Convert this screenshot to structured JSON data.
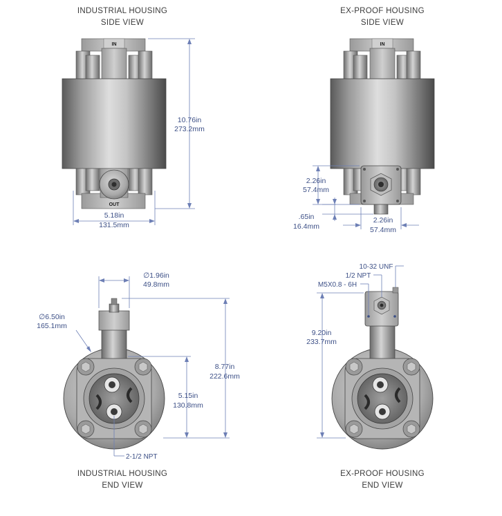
{
  "views": {
    "top_left": {
      "line1": "INDUSTRIAL HOUSING",
      "line2": "SIDE VIEW"
    },
    "top_right": {
      "line1": "EX-PROOF HOUSING",
      "line2": "SIDE VIEW"
    },
    "bottom_left": {
      "line1": "INDUSTRIAL HOUSING",
      "line2": "END VIEW"
    },
    "bottom_right": {
      "line1": "EX-PROOF HOUSING",
      "line2": "END VIEW"
    }
  },
  "markings": {
    "in_label": "IN",
    "out_label": "OUT"
  },
  "dimensions": {
    "ind_side_height": {
      "in": "10.76in",
      "mm": "273.2mm"
    },
    "ind_side_width": {
      "in": "5.18in",
      "mm": "131.5mm"
    },
    "ex_side_box_height": {
      "in": "2.26in",
      "mm": "57.4mm"
    },
    "ex_side_offset": {
      "in": ".65in",
      "mm": "16.4mm"
    },
    "ex_side_box_width": {
      "in": "2.26in",
      "mm": "57.4mm"
    },
    "ind_end_stem_dia": {
      "in": "∅1.96in",
      "mm": "49.8mm"
    },
    "ind_end_flange_dia": {
      "in": "∅6.50in",
      "mm": "165.1mm"
    },
    "ind_end_total_height": {
      "in": "8.77in",
      "mm": "222.6mm"
    },
    "ind_end_center_height": {
      "in": "5.15in",
      "mm": "130.8mm"
    },
    "ex_end_total_height": {
      "in": "9.20in",
      "mm": "233.7mm"
    }
  },
  "callouts": {
    "port": "2-1/2 NPT",
    "thread_unf": "10-32 UNF",
    "thread_npt": "1/2 NPT",
    "thread_metric": "M5X0.8 - 6H"
  }
}
